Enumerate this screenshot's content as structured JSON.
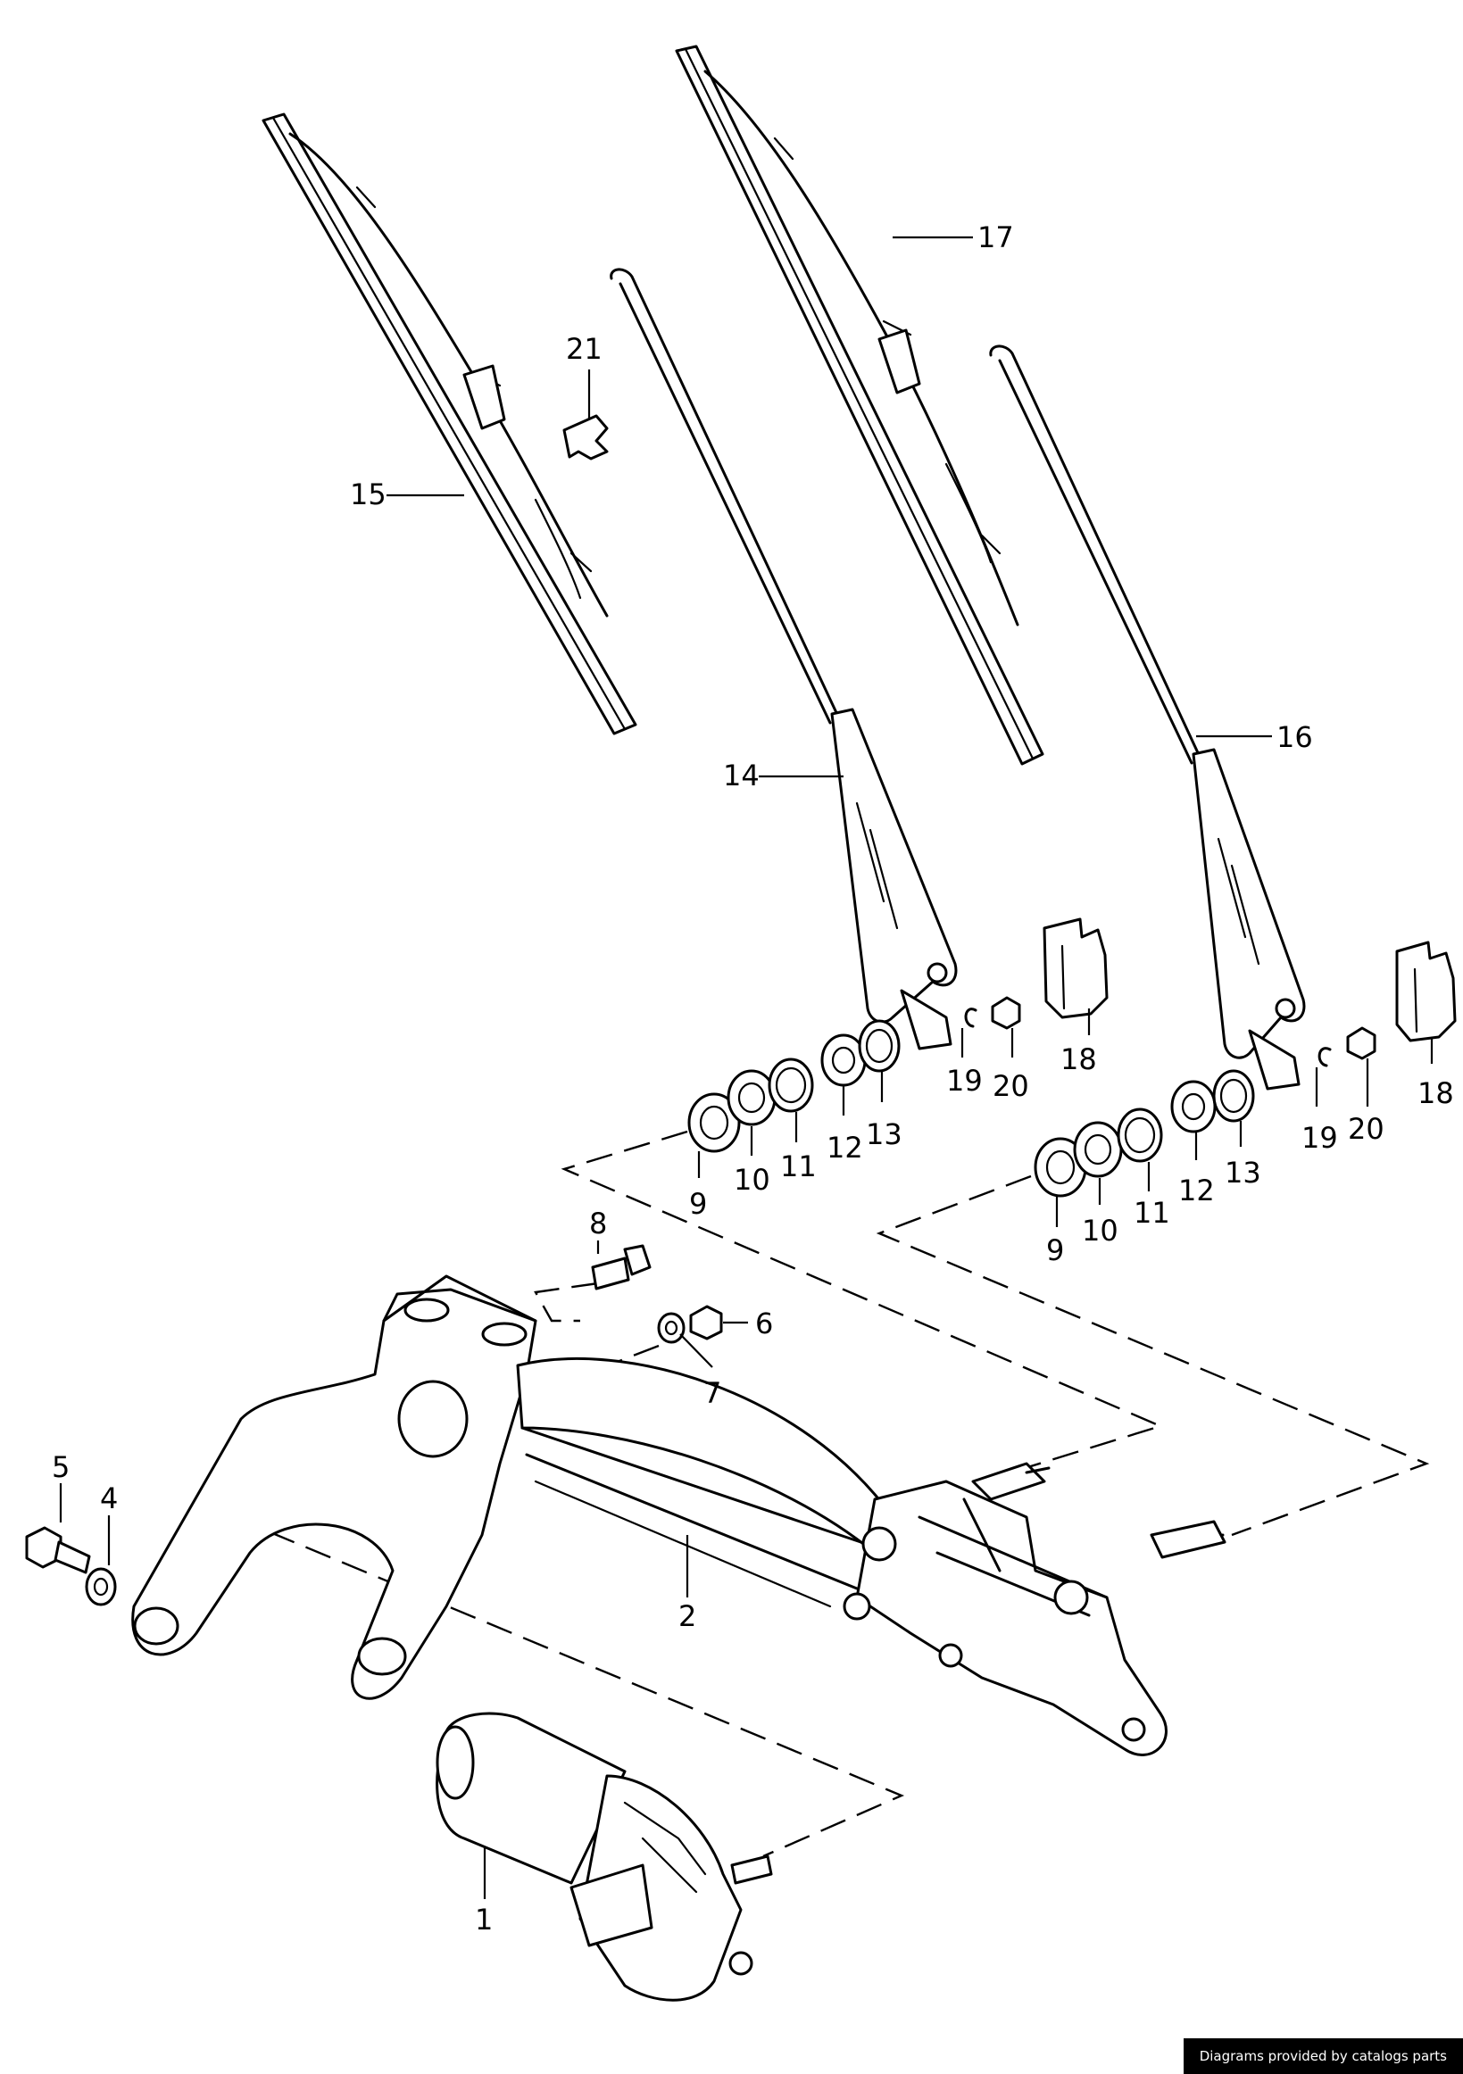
{
  "diagram": {
    "labels": {
      "p1": "1",
      "p2": "2",
      "p4": "4",
      "p5": "5",
      "p6": "6",
      "p7": "7",
      "p8": "8",
      "p9a": "9",
      "p10a": "10",
      "p11a": "11",
      "p12a": "12",
      "p13a": "13",
      "p9b": "9",
      "p10b": "10",
      "p11b": "11",
      "p12b": "12",
      "p13b": "13",
      "p14": "14",
      "p15": "15",
      "p16": "16",
      "p17": "17",
      "p18a": "18",
      "p18b": "18",
      "p19a": "19",
      "p19b": "19",
      "p20a": "20",
      "p20b": "20",
      "p21": "21"
    },
    "icons": {
      "wiper_blade": "wiper-blade-icon",
      "wiper_arm": "wiper-arm-icon",
      "linkage_frame": "wiper-linkage-frame-icon",
      "motor": "wiper-motor-icon"
    },
    "line_color": "#000000",
    "background_color": "#ffffff"
  },
  "footer": {
    "credit": "Diagrams provided by catalogs parts",
    "background_color": "#000000",
    "text_color": "#ffffff"
  }
}
